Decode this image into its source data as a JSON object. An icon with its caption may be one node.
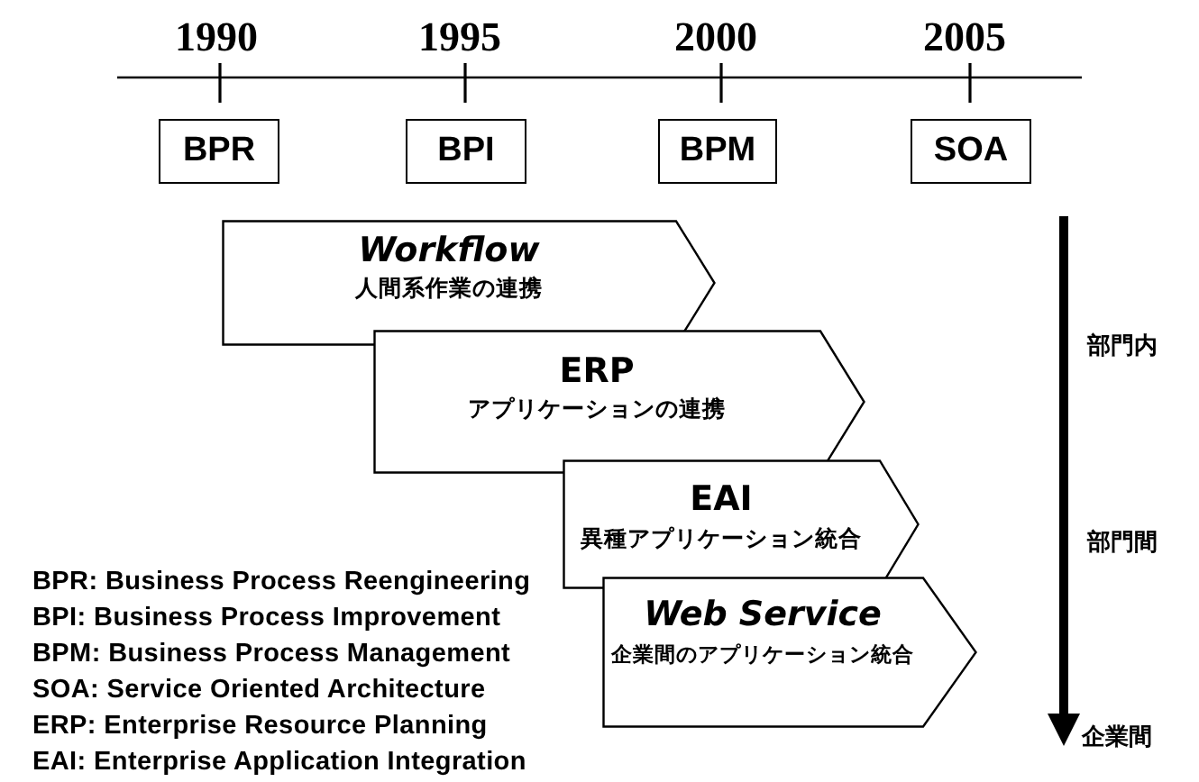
{
  "diagram": {
    "nodes": [
      {
        "text": [
          "BPR"
        ]
      },
      {
        "text": [
          "BPI"
        ]
      },
      {
        "text": [
          "BPM"
        ]
      },
      {
        "text": [
          "SOA"
        ]
      },
      {
        "text": [
          "Workflow",
          "人間系作業の連携"
        ]
      },
      {
        "text": [
          "ERP",
          "アプリケーションの連携"
        ]
      },
      {
        "text": [
          "EAI",
          "異種アプリケーション統合"
        ]
      },
      {
        "text": [
          "Web Service",
          "企業間のアプリケーション統合"
        ]
      }
    ],
    "labels": [
      "1990",
      "1995",
      "2000",
      "2005",
      "部門内",
      "部門間",
      "BPR: Business Process Reengineering",
      "BPI: Business Process Improvement",
      "BPM: Business Process Management",
      "SOA: Service Oriented Architecture",
      "ERP: Enterprise Resource Planning",
      "EAI: Enterprise Application Integration",
      "企業間"
    ]
  }
}
